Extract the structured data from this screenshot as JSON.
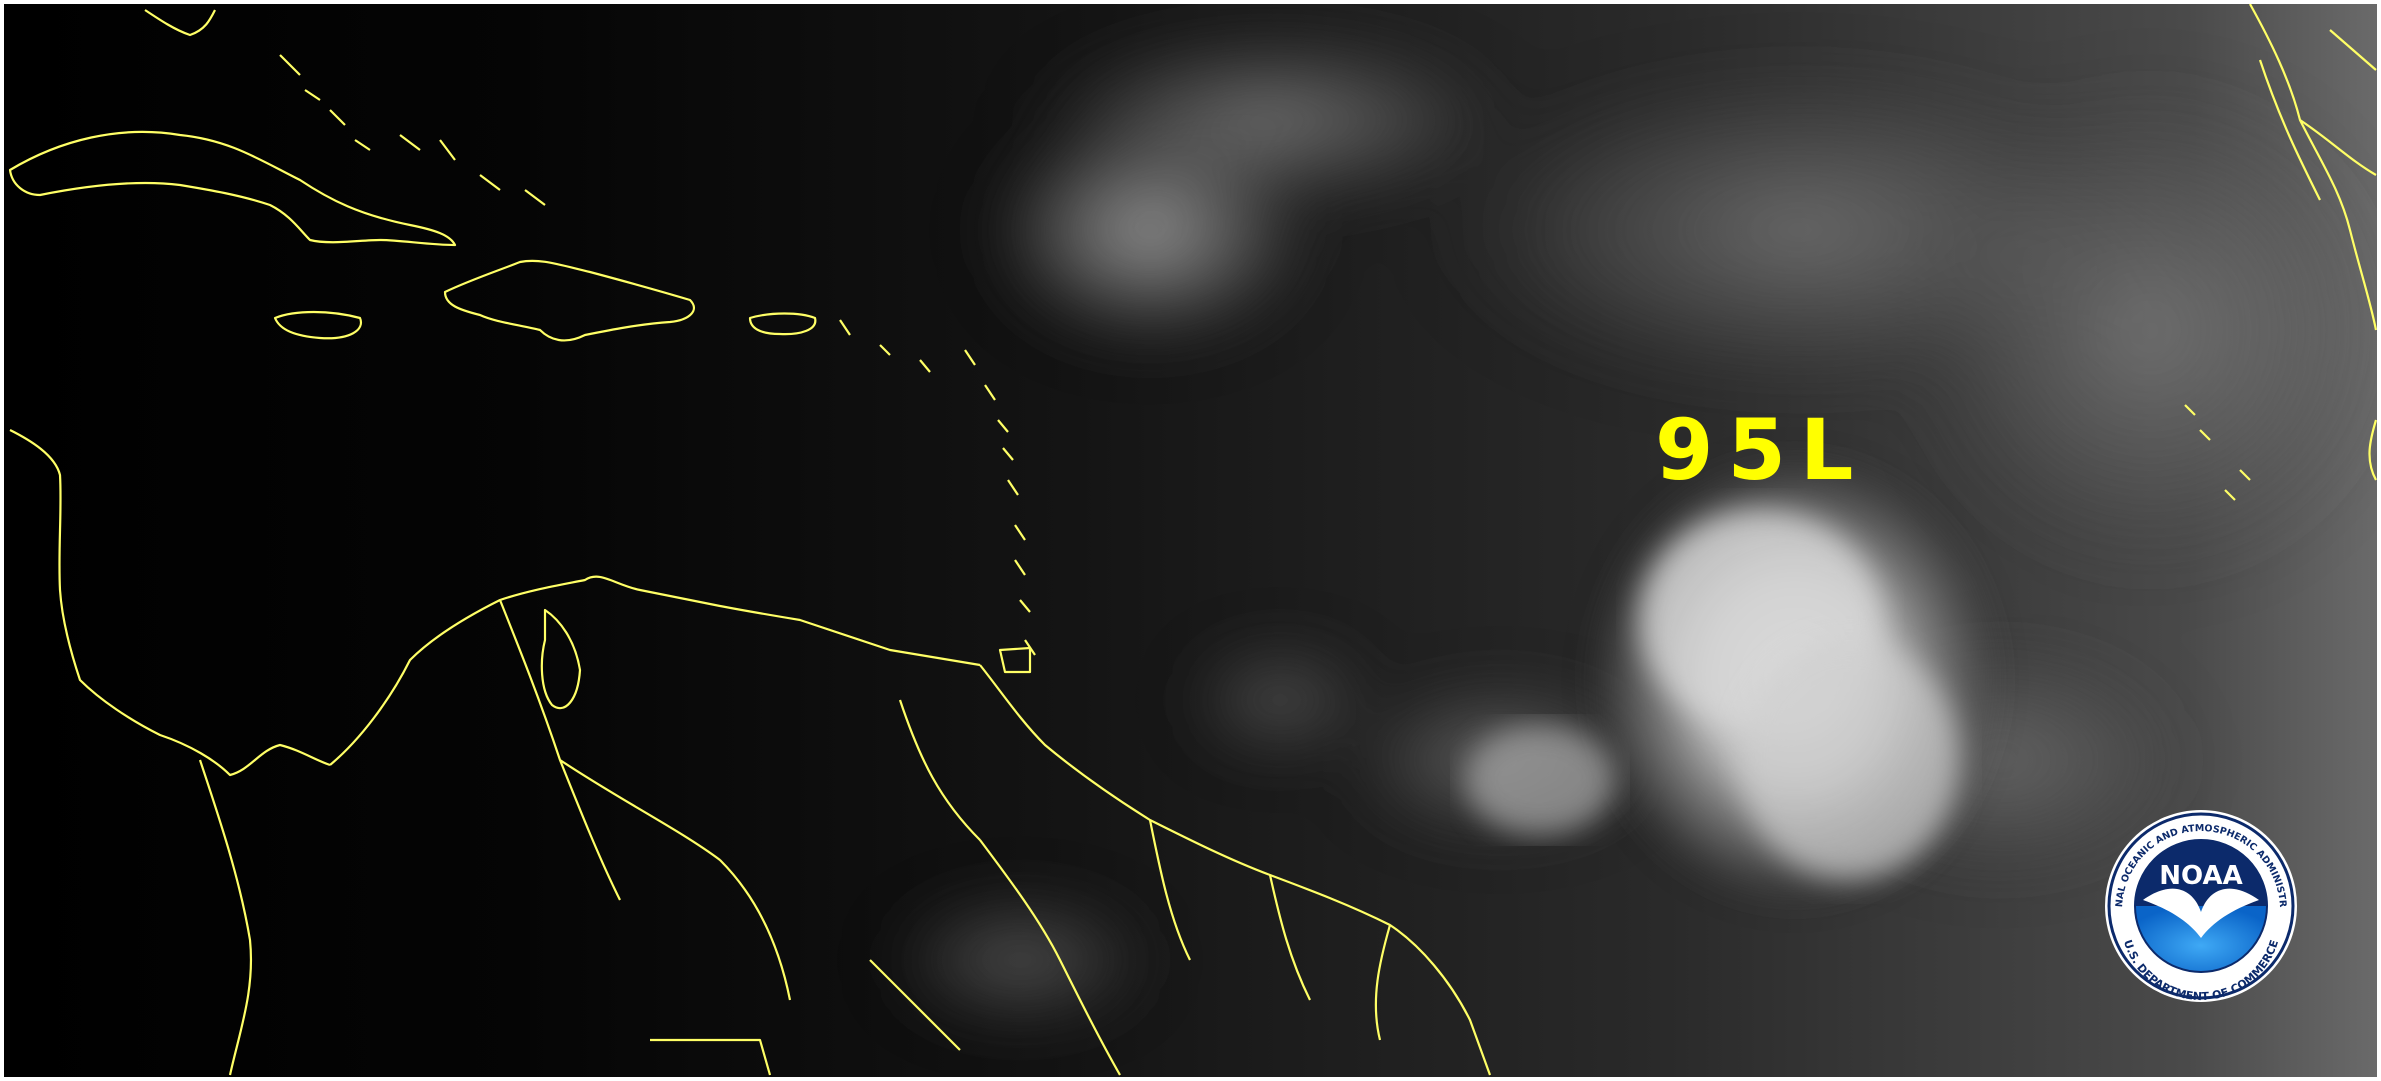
{
  "storm": {
    "label": "95L"
  },
  "logo": {
    "name": "NOAA",
    "ring_text": "NATIONAL OCEANIC AND ATMOSPHERIC ADMINISTRATION",
    "ring_text_bottom": "U.S. DEPARTMENT OF COMMERCE"
  },
  "colors": {
    "border_lines": "#ffff66",
    "storm_label": "#ffff00",
    "space_background": "#000000",
    "noaa_blue": "#1f5fb4",
    "noaa_navy": "#0c2a6b"
  }
}
